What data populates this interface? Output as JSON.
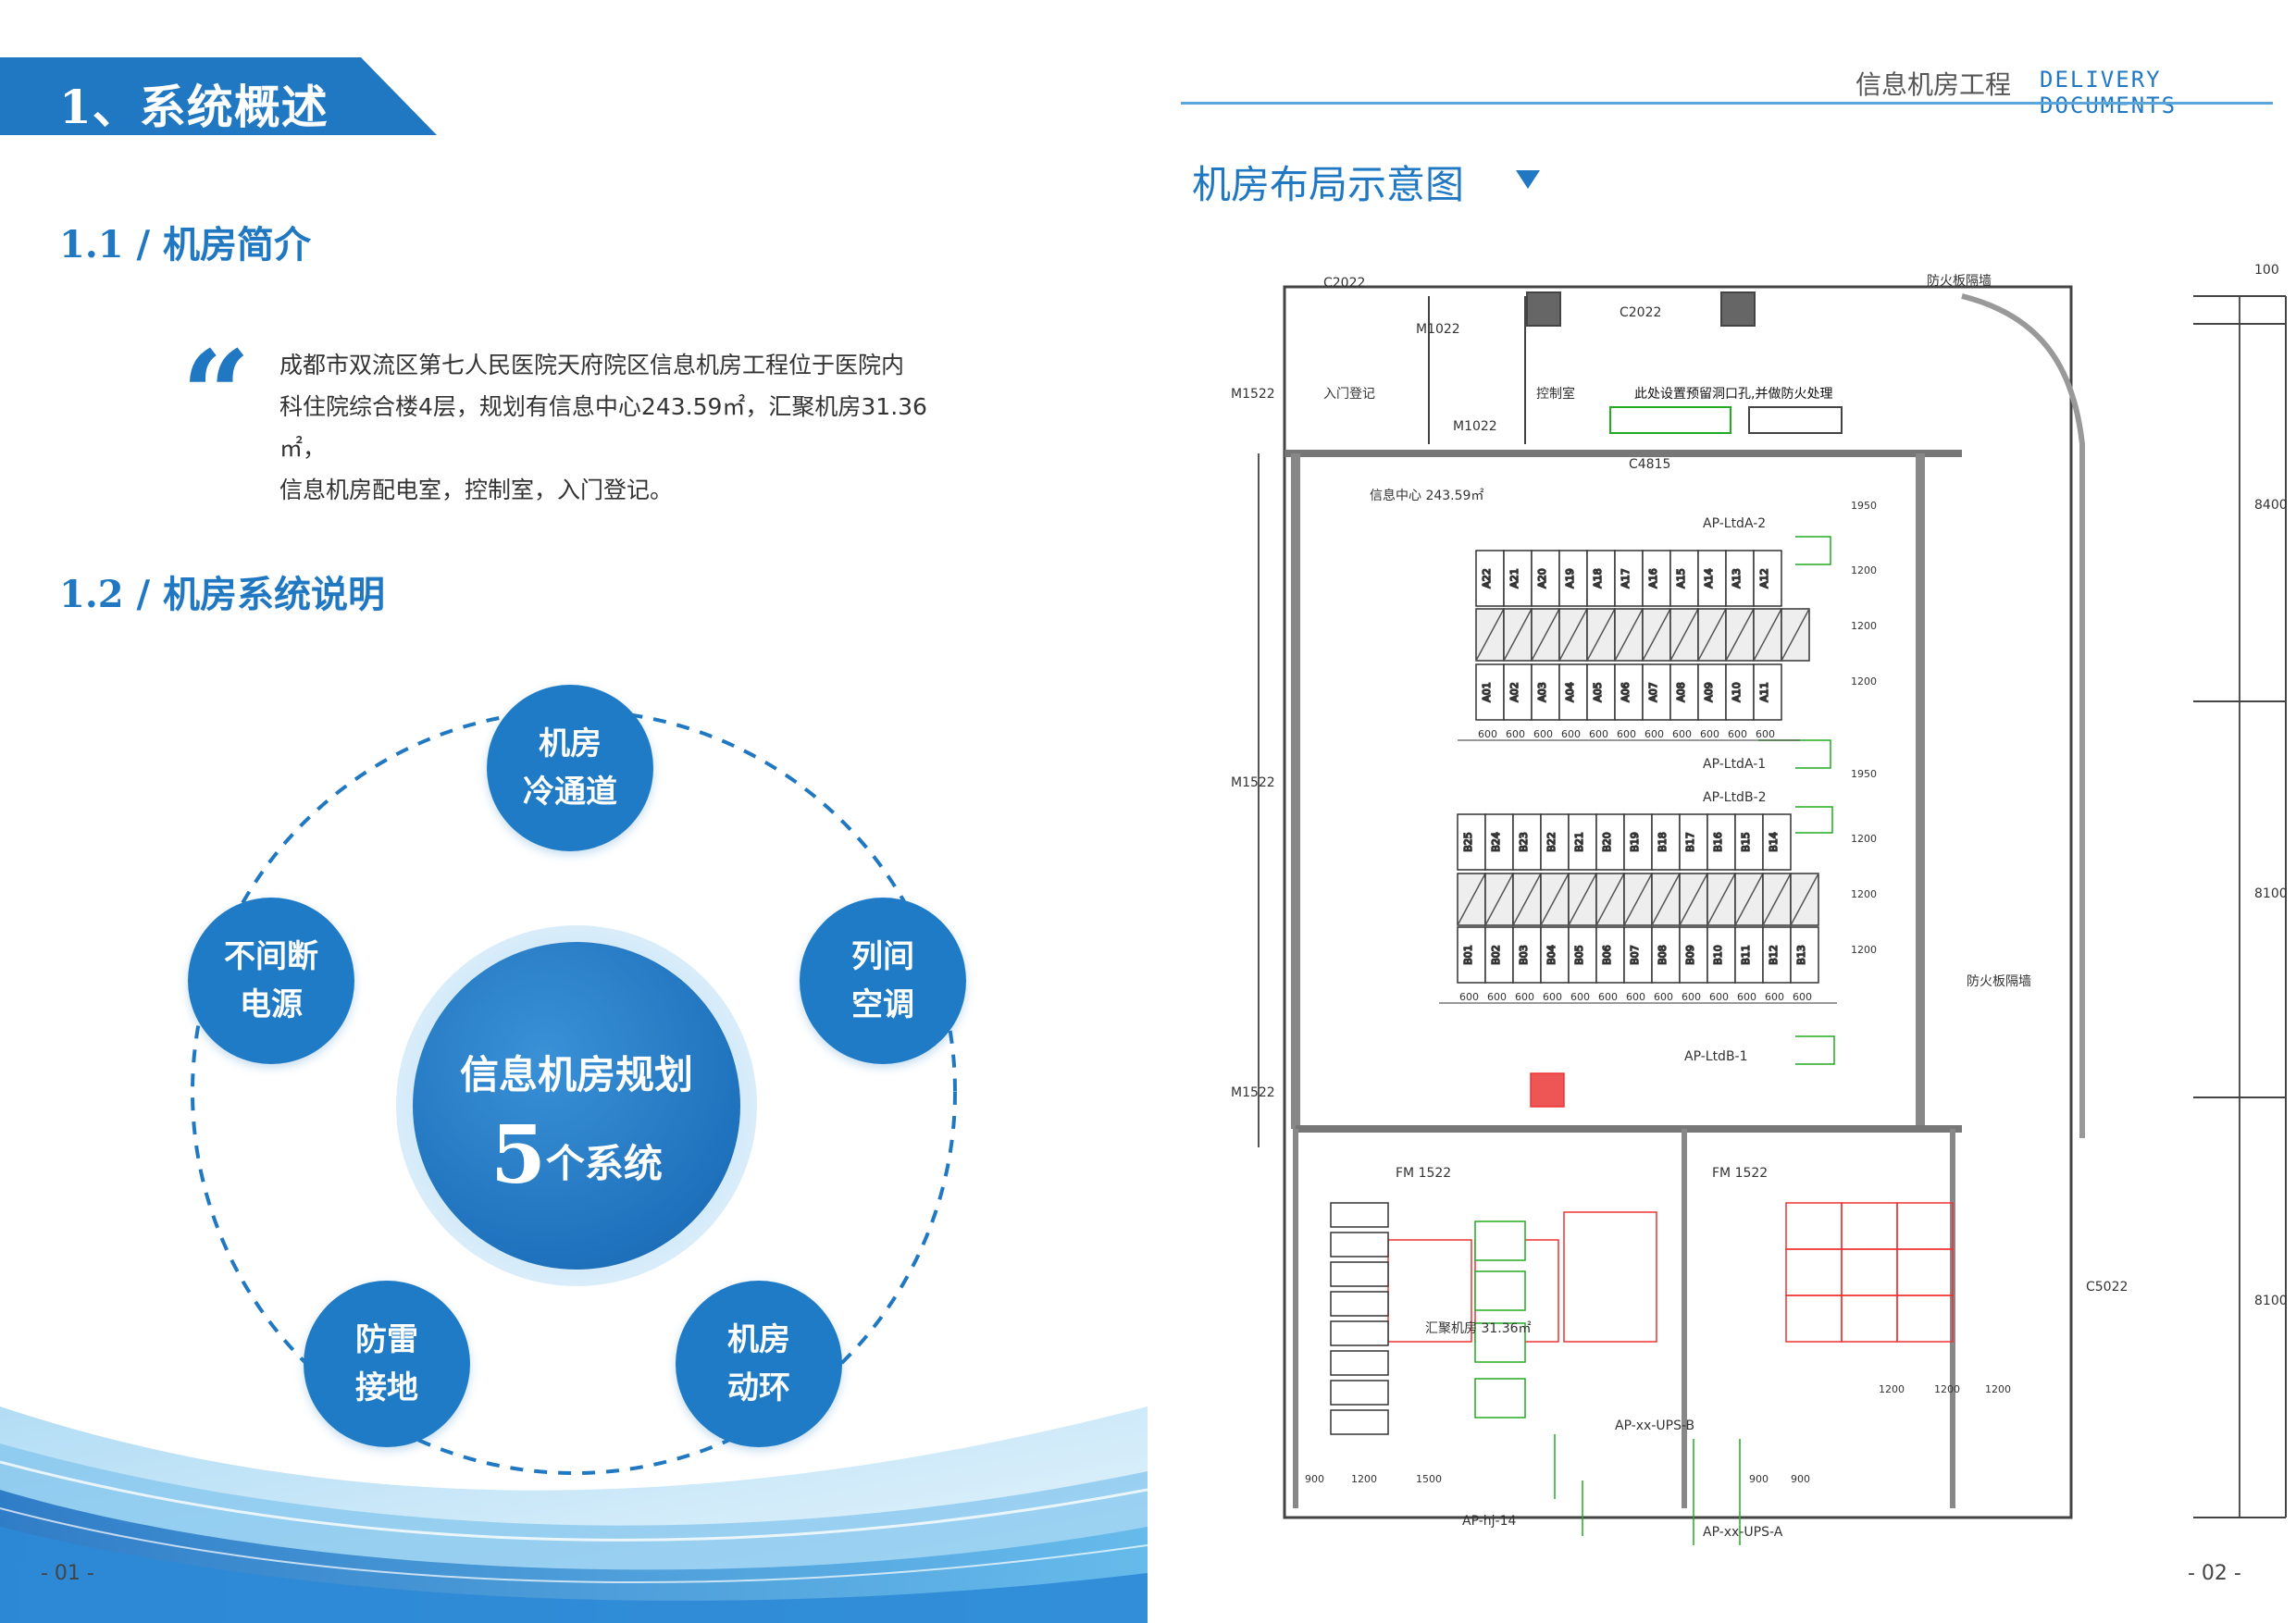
{
  "left_page": {
    "section_title": "1、系统概述",
    "sub1": "1.1 / 机房简介",
    "intro_lines": [
      "成都市双流区第七人民医院天府院区信息机房工程位于医院内",
      "科住院综合楼4层，规划有信息中心243.59㎡，汇聚机房31.36㎡，",
      "信息机房配电室，控制室，入门登记。"
    ],
    "sub2": "1.2 / 机房系统说明",
    "center_line1": "信息机房规划",
    "center_num": "5",
    "center_unit": "个系统",
    "nodes": [
      {
        "label": "机房\n冷通道"
      },
      {
        "label": "列间\n空调"
      },
      {
        "label": "机房\n动环"
      },
      {
        "label": "防雷\n接地"
      },
      {
        "label": "不间断\n电源"
      }
    ],
    "page_number": "- 01 -",
    "colors": {
      "accent": "#2178c2"
    }
  },
  "right_page": {
    "header_cn": "信息机房工程",
    "header_en": "DELIVERY DOCUMENTS",
    "layout_title": "机房布局示意图",
    "page_number": "- 02 -",
    "plan": {
      "labels": {
        "fire_top": "防火板隔墙",
        "fire_right": "防火板隔墙",
        "entry": "入门登记",
        "control": "控制室",
        "info_center": "信息中心 243.59㎡",
        "agg_room": "汇聚机房 31.36㎡",
        "note": "此处设置预留洞口孔,并做防火处理",
        "apa2": "AP-LtdA-2",
        "apa1": "AP-LtdA-1",
        "apb2": "AP-LtdB-2",
        "apb1": "AP-LtdB-1",
        "ups_b": "AP-xx-UPS-B",
        "ups_a": "AP-xx-UPS-A",
        "ap14": "AP-hj-14",
        "c2022_a": "C2022",
        "c2022_b": "C2022",
        "c4815": "C4815",
        "c5022": "C5022",
        "m1522_a": "M1522",
        "m1522_b": "M1522",
        "m1522_c": "M1522",
        "fm1522_a": "FM 1522",
        "fm1522_b": "FM 1522",
        "m1022_a": "M1022",
        "m1022_b": "M1022"
      },
      "rack_labels": {
        "A_top": [
          "A22",
          "A21",
          "A20",
          "A19",
          "A18",
          "A17",
          "A16",
          "A15",
          "A14",
          "A13",
          "A12"
        ],
        "A_bottom": [
          "A01",
          "A02",
          "A03",
          "A04",
          "A05",
          "A06",
          "A07",
          "A08",
          "A09",
          "A10",
          "A11"
        ],
        "B_top": [
          "B25",
          "B24",
          "B23",
          "B22",
          "B21",
          "B20",
          "B19",
          "B18",
          "B17",
          "B16",
          "B15",
          "B14"
        ],
        "B_bottom": [
          "B01",
          "B02",
          "B03",
          "B04",
          "B05",
          "B06",
          "B07",
          "B08",
          "B09",
          "B10",
          "B11",
          "B12",
          "B13"
        ]
      },
      "dims_row": [
        "600",
        "600",
        "600",
        "600",
        "600",
        "600",
        "600",
        "600",
        "600",
        "600",
        "600",
        "600",
        "600",
        "600",
        "600",
        "600"
      ],
      "dims_right": [
        "100",
        "8400",
        "8100",
        "8100"
      ],
      "dims_side": [
        "1950",
        "1200",
        "1200",
        "1200",
        "1950",
        "1200",
        "1200",
        "1200"
      ],
      "dims_bottom": [
        "900",
        "1200",
        "1500",
        "900",
        "900",
        "1200",
        "1200",
        "1200"
      ]
    }
  }
}
